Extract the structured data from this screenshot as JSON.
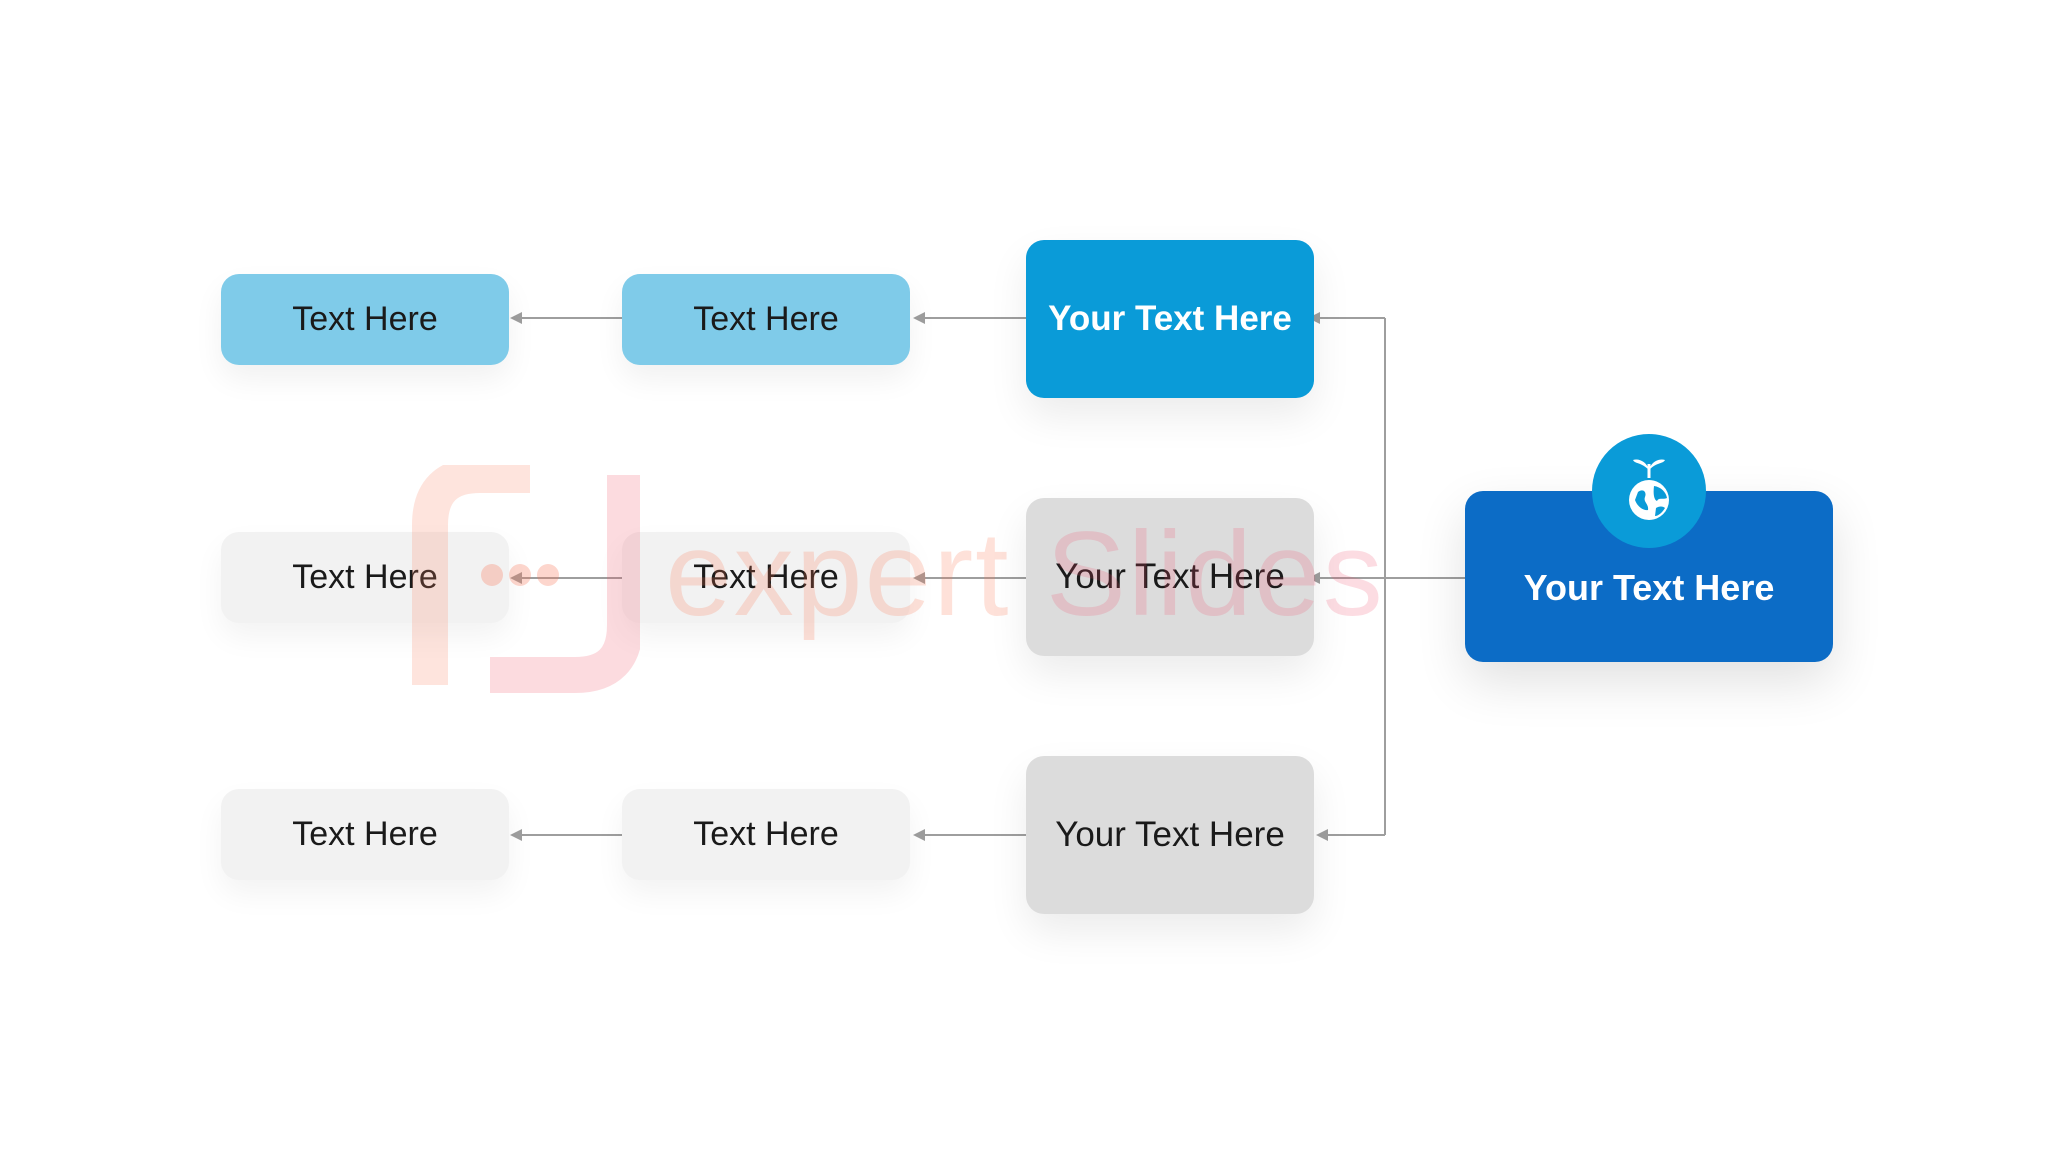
{
  "diagram": {
    "main_node": {
      "label": "Your Text Here"
    },
    "branches": [
      {
        "level1": "Your Text Here",
        "level2": "Text Here",
        "level3": "Text Here",
        "style": "blue"
      },
      {
        "level1": "Your Text Here",
        "level2": "Text Here",
        "level3": "Text Here",
        "style": "gray"
      },
      {
        "level1": "Your Text Here",
        "level2": "Text Here",
        "level3": "Text Here",
        "style": "gray"
      }
    ],
    "icons": {
      "main_badge": "globe-plant-icon"
    }
  },
  "watermark": {
    "text_part1": "expert",
    "text_part2": "Slides"
  },
  "colors": {
    "main": "#0c6cc6",
    "accent_blue": "#0a9bd8",
    "light_blue": "#7fcbe9",
    "gray_mid": "#dcdcdc",
    "gray_light": "#f2f2f2",
    "connector": "#9e9e9e"
  }
}
